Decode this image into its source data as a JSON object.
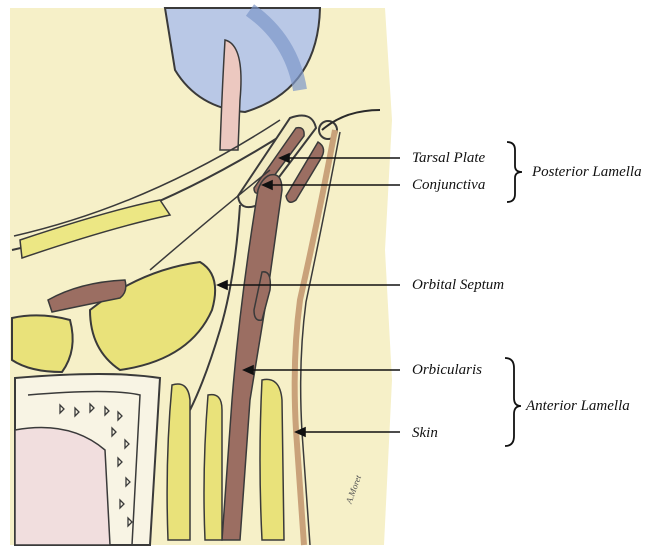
{
  "labels": {
    "tarsal_plate": "Tarsal Plate",
    "conjunctiva": "Conjunctiva",
    "orbital_septum": "Orbital Septum",
    "orbicularis": "Orbicularis",
    "skin": "Skin"
  },
  "groups": {
    "posterior_lamella": "Posterior Lamella",
    "anterior_lamella": "Anterior Lamella"
  },
  "signature": "A.Moret",
  "colors": {
    "paper": "#f6f0c8",
    "fat": "#e9e27a",
    "muscle": "#9b6e62",
    "globe": "#b9c8e6",
    "ink": "#2a2a2a",
    "skin": "#d8b894"
  }
}
